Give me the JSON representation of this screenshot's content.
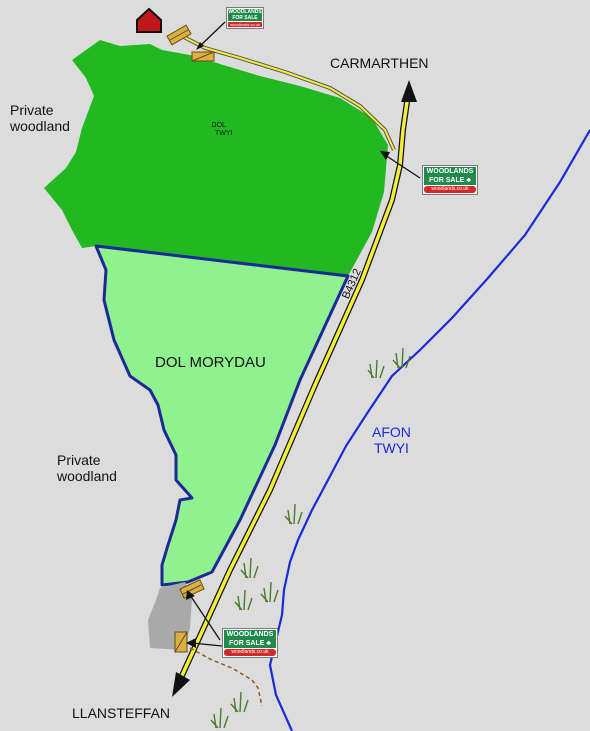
{
  "labels": {
    "carmarthen": "CARMARTHEN",
    "llansteffan": "LLANSTEFFAN",
    "private_woodland_top": [
      "Private",
      "woodland"
    ],
    "private_woodland_mid": [
      "Private",
      "woodland"
    ],
    "dol_twyi": [
      "DOL",
      "TWYI"
    ],
    "dol_morydau": "DOL MORYDAU",
    "road": "B4312",
    "river": [
      "AFON",
      "TWYI"
    ]
  },
  "signs": {
    "line1": "WOODLANDS",
    "line2": "FOR SALE",
    "url": "woodlands.co.uk"
  },
  "icons": [
    "house-icon",
    "sign-icon",
    "grass-icon",
    "gate-icon"
  ],
  "colors": {
    "background": "#dcdcdc",
    "dark_woodland": "#22b822",
    "light_woodland": "#8ff28f",
    "boundary": "#1c2a96",
    "river": "#1a2bd6",
    "road": "#f2ef3a",
    "sign_green": "#1f8a4a",
    "sign_red": "#d12a2a",
    "house": "#c01818"
  }
}
